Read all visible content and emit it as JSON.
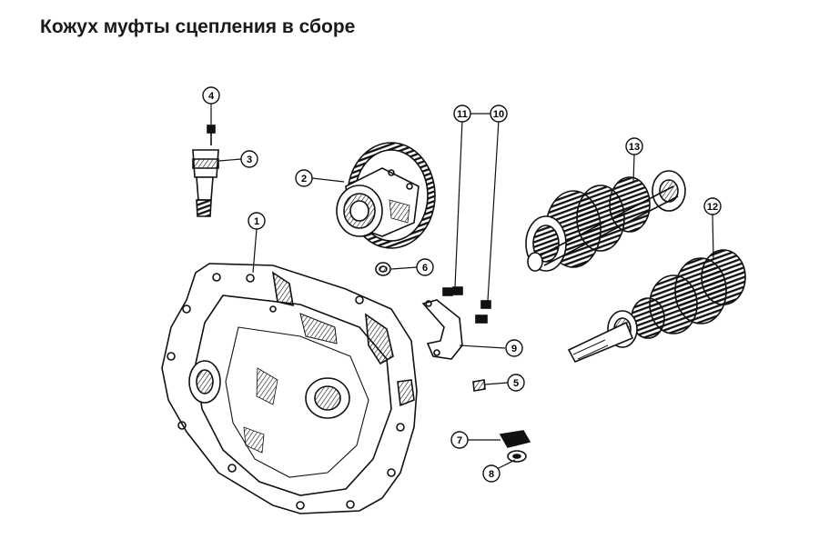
{
  "title": "Кожух муфты сцепления в сборе",
  "colors": {
    "ink": "#111111",
    "paper": "#ffffff",
    "title": "#1a1a1a"
  },
  "callouts": [
    {
      "number": "1",
      "part": "clutch-housing"
    },
    {
      "number": "2",
      "part": "differential"
    },
    {
      "number": "3",
      "part": "speedometer-drive"
    },
    {
      "number": "4",
      "part": "bolt"
    },
    {
      "number": "5",
      "part": "plug"
    },
    {
      "number": "6",
      "part": "plug"
    },
    {
      "number": "7",
      "part": "bracket"
    },
    {
      "number": "8",
      "part": "clip"
    },
    {
      "number": "9",
      "part": "oil-guide-plate"
    },
    {
      "number": "10",
      "part": "bolt"
    },
    {
      "number": "11",
      "part": "bolt"
    },
    {
      "number": "12",
      "part": "input-shaft"
    },
    {
      "number": "13",
      "part": "output-shaft"
    }
  ]
}
